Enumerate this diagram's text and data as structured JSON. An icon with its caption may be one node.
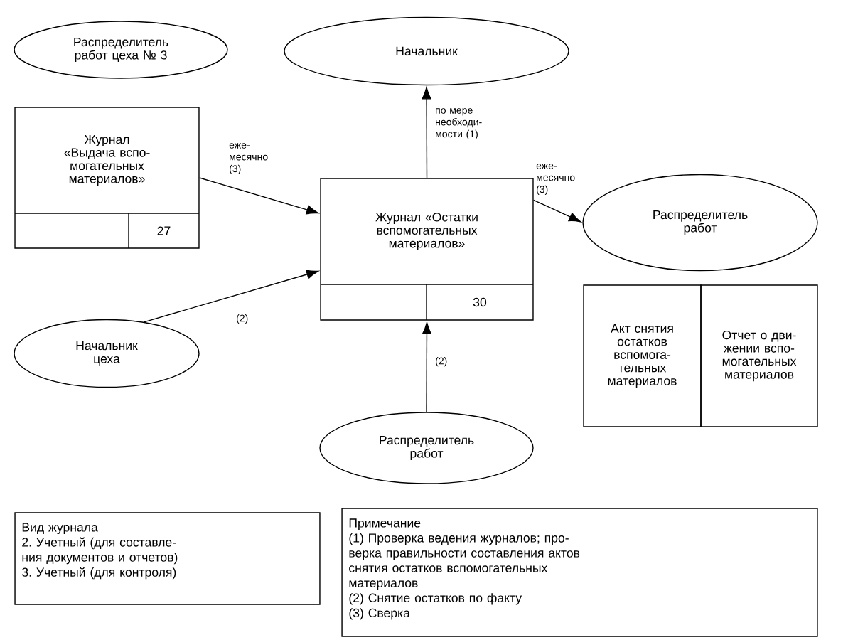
{
  "diagram": {
    "nodes": [
      {
        "text": [
          "Распределитель работ цеха № 3"
        ]
      },
      {
        "text": [
          "Начальник"
        ]
      },
      {
        "text": [
          "Журнал «Выдача вспо- могательных материалов»",
          "27"
        ]
      },
      {
        "text": [
          "Журнал «Остатки вспомогательных материалов»",
          "30"
        ]
      },
      {
        "text": [
          "Распределитель работ"
        ]
      },
      {
        "text": [
          "Начальник цеха"
        ]
      },
      {
        "text": [
          "Акт снятия остатков вспомога- тельных материалов"
        ]
      },
      {
        "text": [
          "Отчет о дви- жении вспо- могательных материалов"
        ]
      },
      {
        "text": [
          "Распределитель работ"
        ]
      },
      {
        "text": [
          "Вид журнала",
          "2. Учетный (для составле- ния документов и отчетов)",
          "3. Учетный (для контроля)"
        ]
      },
      {
        "text": [
          "Примечание",
          "(1) Проверка ведения журналов; про- верка правильности составления актов снятия остатков вспомогательных материалов",
          "(2) Снятие остатков по факту",
          "(3) Сверка"
        ]
      }
    ],
    "edges": [
      {
        "from": 3,
        "to": 1,
        "arrow": "to",
        "label": "по мере необходи- мости (1)"
      },
      {
        "from": 2,
        "to": 3,
        "arrow": "to",
        "label": "еже- месячно (3)"
      },
      {
        "from": 5,
        "to": 3,
        "arrow": "to",
        "label": "(2)"
      },
      {
        "from": 3,
        "to": 4,
        "arrow": "to",
        "label": "еже- месячно (3)"
      },
      {
        "from": 8,
        "to": 3,
        "arrow": "to",
        "label": "(2)"
      }
    ]
  }
}
